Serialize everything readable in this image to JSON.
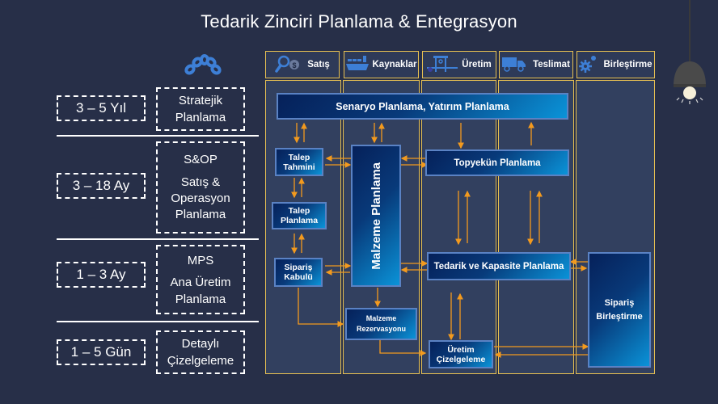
{
  "title": "Tedarik Zinciri Planlama & Entegrasyon",
  "icons": {
    "header_left": "chain-link-icon",
    "lamp": "hanging-lamp-icon"
  },
  "columns": [
    {
      "label": "Satış",
      "icon": "search-money-icon"
    },
    {
      "label": "Kaynaklar",
      "icon": "cargo-ship-icon"
    },
    {
      "label": "Üretim",
      "icon": "factory-crane-icon"
    },
    {
      "label": "Teslimat",
      "icon": "truck-icon"
    },
    {
      "label": "Birleştirme",
      "icon": "gears-icon"
    }
  ],
  "horizons": [
    {
      "timeframe": "3 – 5 Yıl",
      "level_lines": [
        "Stratejik",
        "Planlama"
      ]
    },
    {
      "timeframe": "3  – 18 Ay",
      "level_lines": [
        "S&OP",
        "Satış &",
        "Operasyon",
        "Planlama"
      ]
    },
    {
      "timeframe": "1 – 3 Ay",
      "level_lines": [
        "MPS",
        "Ana Üretim",
        "Planlama"
      ]
    },
    {
      "timeframe": "1 – 5 Gün",
      "level_lines": [
        "Detaylı",
        "Çizelgeleme"
      ]
    }
  ],
  "boxes": {
    "senaryo": "Senaryo Planlama, Yatırım Planlama",
    "talep_tahmini": [
      "Talep",
      "Tahmini"
    ],
    "talep_planlama": [
      "Talep",
      "Planlama"
    ],
    "siparis_kabulu": [
      "Sipariş",
      "Kabulü"
    ],
    "malzeme_planlama": "Malzeme Planlama",
    "topyekun": "Topyekün Planlama",
    "tedarik_kapasite": "Tedarik ve Kapasite Planlama",
    "malzeme_rezervasyonu": [
      "Malzeme",
      "Rezervasyonu"
    ],
    "uretim_cizelgeleme": [
      "Üretim",
      "Çizelgeleme"
    ],
    "siparis_birlestirme": [
      "Sipariş",
      "Birleştirme"
    ]
  },
  "colors": {
    "background": "#272f48",
    "column_border": "#e8c152",
    "arrow": "#f39a1e",
    "box_border": "#5a82c4"
  }
}
